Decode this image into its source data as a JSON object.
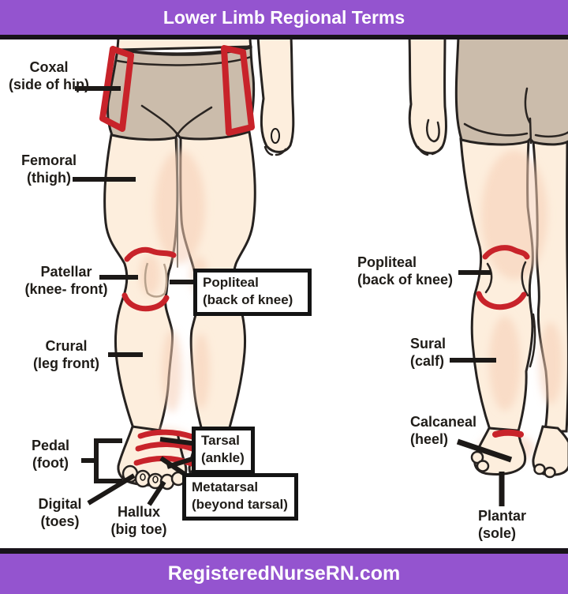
{
  "header": {
    "title": "Lower Limb Regional Terms"
  },
  "footer": {
    "site": "RegisteredNurseRN.com"
  },
  "colors": {
    "purple": "#9454cf",
    "red": "#c8232a",
    "skin": "#fdeedd",
    "shorts": "#cbbcab",
    "line": "#1c1917"
  },
  "labels": {
    "coxal": {
      "term": "Coxal",
      "sub": "(side of hip)"
    },
    "femoral": {
      "term": "Femoral",
      "sub": "(thigh)"
    },
    "patellar": {
      "term": "Patellar",
      "sub": "(knee- front)"
    },
    "popliteal_front": {
      "term": "Popliteal",
      "sub": "(back of knee)"
    },
    "crural": {
      "term": "Crural",
      "sub": "(leg front)"
    },
    "pedal": {
      "term": "Pedal",
      "sub": "(foot)"
    },
    "digital": {
      "term": "Digital",
      "sub": "(toes)"
    },
    "hallux": {
      "term": "Hallux",
      "sub": "(big toe)"
    },
    "tarsal": {
      "term": "Tarsal",
      "sub": "(ankle)"
    },
    "metatarsal": {
      "term": "Metatarsal",
      "sub": "(beyond tarsal)"
    },
    "popliteal_back": {
      "term": "Popliteal",
      "sub": "(back of knee)"
    },
    "sural": {
      "term": "Sural",
      "sub": "(calf)"
    },
    "calcaneal": {
      "term": "Calcaneal",
      "sub": "(heel)"
    },
    "plantar": {
      "term": "Plantar",
      "sub": "(sole)"
    }
  }
}
